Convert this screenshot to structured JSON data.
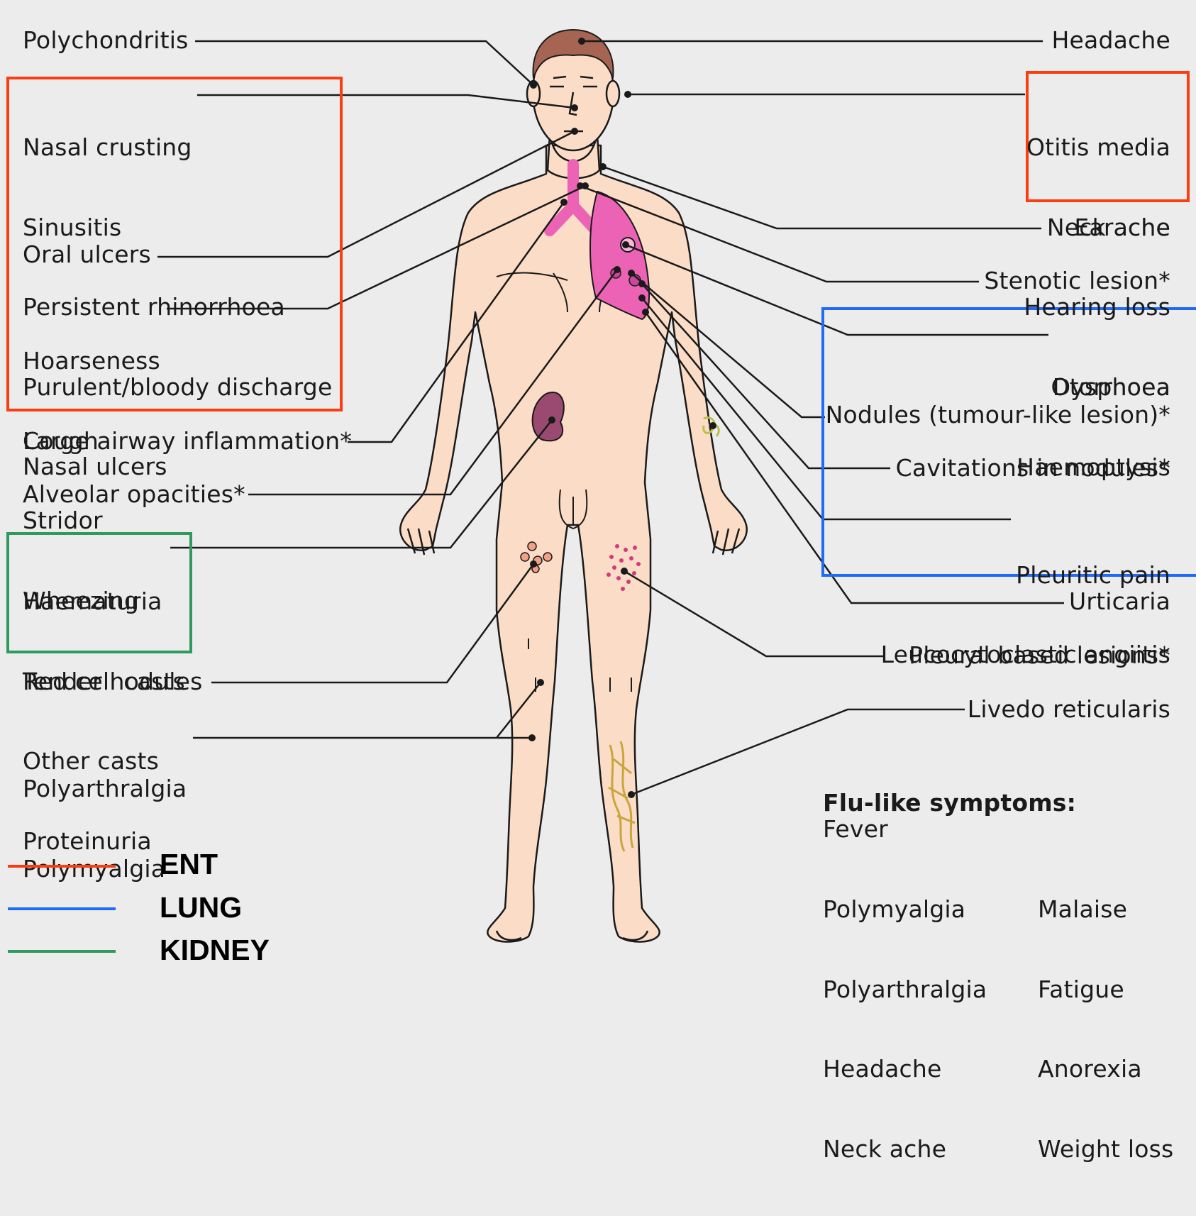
{
  "colors": {
    "ent": "#fb3d12",
    "lung": "#1e6bf5",
    "kidney": "#2e9a5e",
    "skin": "#fbdcc6",
    "hair": "#a66453",
    "lung_pink": "#ec63b5",
    "kidney_purple": "#9a4a70",
    "line": "#1a1a1a"
  },
  "left_labels": {
    "polychondritis": "Polychondritis",
    "nasal": [
      "Nasal crusting",
      "Sinusitis",
      "Persistent rhinorrhoea",
      "Purulent/bloody discharge",
      "Nasal ulcers"
    ],
    "oral_ulcers": "Oral ulcers",
    "airway": [
      "Hoarseness",
      "Cough",
      "Stridor",
      "Wheezing"
    ],
    "large_airway": "Large airway inflammation*",
    "alveolar": "Alveolar opacities*",
    "renal": [
      "Haematuria",
      "Red cell casts",
      "Other casts",
      "Proteinuria"
    ],
    "tender_nodules": "Tender nodules",
    "joints": [
      "Polyarthralgia",
      "Polymyalgia"
    ]
  },
  "right_labels": {
    "headache": "Headache",
    "ear": [
      "Otitis media",
      "Earache",
      "Hearing loss",
      "Otorrhoea"
    ],
    "neck_ache": "Neck ache",
    "stenotic": "Stenotic lesion*",
    "dyspnoea": [
      "Dyspnoea",
      "Haemoptysis"
    ],
    "nodules": "Nodules (tumour-like lesion)*",
    "cavitations": "Cavitations in nodules*",
    "pleural": [
      "Pleuritic pain",
      "Pleural based lesions*"
    ],
    "urticaria": "Urticaria",
    "leuco": "Leucocytoclastic angiitis",
    "livedo": "Livedo reticularis"
  },
  "flu": {
    "title": "Flu-like symptoms:",
    "first": "Fever",
    "col1": [
      "Polymyalgia",
      "Polyarthralgia",
      "Headache",
      "Neck ache"
    ],
    "col2": [
      "Malaise",
      "Fatigue",
      "Anorexia",
      "Weight loss"
    ]
  },
  "legend": [
    {
      "label": "ENT",
      "color": "#fb3d12"
    },
    {
      "label": "LUNG",
      "color": "#1e6bf5"
    },
    {
      "label": "KIDNEY",
      "color": "#2e9a5e"
    }
  ]
}
